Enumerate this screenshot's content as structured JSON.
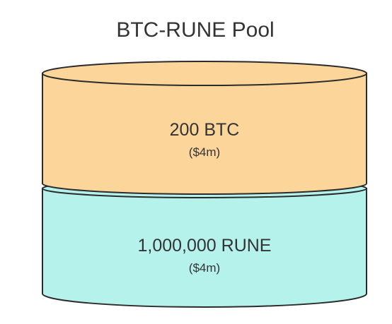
{
  "diagram": {
    "title": "BTC-RUNE Pool",
    "top_layer": {
      "amount": "200 BTC",
      "value": "($4m)",
      "color": "#fcd59b"
    },
    "bottom_layer": {
      "amount": "1,000,000 RUNE",
      "value": "($4m)",
      "color": "#b6f2ec"
    },
    "outline_color": "#2b2b2b",
    "text_color": "#333333"
  }
}
